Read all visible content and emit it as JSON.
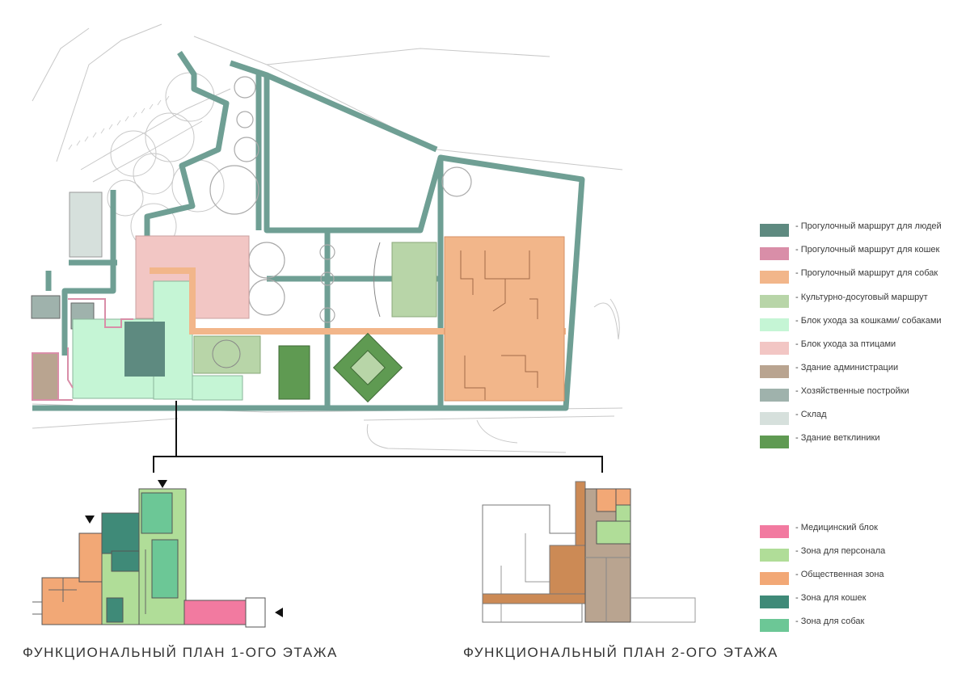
{
  "legend_site": {
    "items": [
      {
        "label": "- Прогулочный маршрут для людей",
        "color": "#5e8a80"
      },
      {
        "label": "- Прогулочный маршрут для кошек",
        "color": "#d98ea8"
      },
      {
        "label": "- Прогулочный маршрут для собак",
        "color": "#f2b68a"
      },
      {
        "label": "- Культурно-досуговый маршрут",
        "color": "#b8d5a8"
      },
      {
        "label": "- Блок ухода за кошками/ собаками",
        "color": "#c5f5d5"
      },
      {
        "label": "- Блок ухода за птицами",
        "color": "#f2c6c4"
      },
      {
        "label": "- Здание администрации",
        "color": "#b9a490"
      },
      {
        "label": "- Хозяйственные постройки",
        "color": "#9fb2ac"
      },
      {
        "label": "- Склад",
        "color": "#d6e0dc"
      },
      {
        "label": "- Здание ветклиники",
        "color": "#5f9a52"
      }
    ]
  },
  "legend_floor": {
    "items": [
      {
        "label": "- Медицинский блок",
        "color": "#f27aa0"
      },
      {
        "label": "- Зона для персонала",
        "color": "#b0dd98"
      },
      {
        "label": "- Общественная зона",
        "color": "#f2a876"
      },
      {
        "label": "- Зона для кошек",
        "color": "#3f8a78"
      },
      {
        "label": "- Зона для собак",
        "color": "#6cc796"
      }
    ]
  },
  "plans": {
    "first_floor_title": "ФУНКЦИОНАЛЬНЫЙ ПЛАН 1-ОГО ЭТАЖА",
    "second_floor_title": "ФУНКЦИОНАЛЬНЫЙ ПЛАН 2-ОГО ЭТАЖА"
  }
}
